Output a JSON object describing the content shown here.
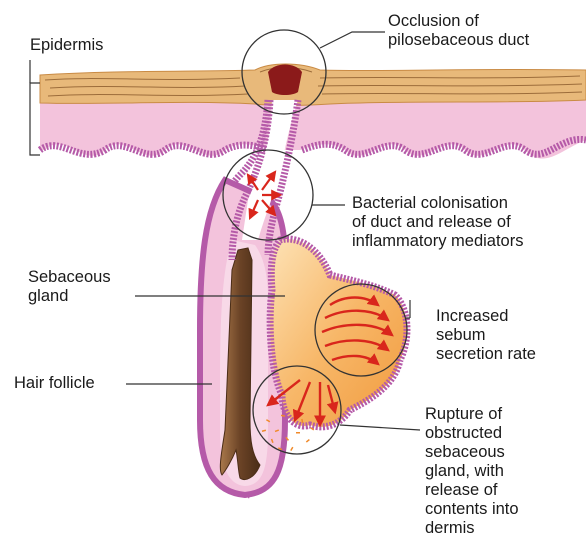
{
  "labels": {
    "epidermis": "Epidermis",
    "occlusion": "Occlusion of\npilosebaceous duct",
    "bacterial": "Bacterial colonisation\nof duct and release of\ninflammatory mediators",
    "sebaceous_gland": "Sebaceous\ngland",
    "increased_sebum": "Increased\nsebum\nsecretion rate",
    "hair_follicle": "Hair follicle",
    "rupture": "Rupture of\nobstructed\nsebaceous\ngland, with\nrelease of\ncontents into\ndermis"
  },
  "colors": {
    "epidermis_fill": "#e8b97a",
    "epidermis_streaks": "#8a5a2b",
    "dermis_pink": "#f3c3dc",
    "membrane_purple": "#b55aa8",
    "gland_orange": "#f7b768",
    "plug_red": "#8b1a1a",
    "arrow_red": "#d9261c",
    "hair_brown": "#6b4326"
  },
  "icons": {
    "magnifier_circles": "circle-outline"
  }
}
